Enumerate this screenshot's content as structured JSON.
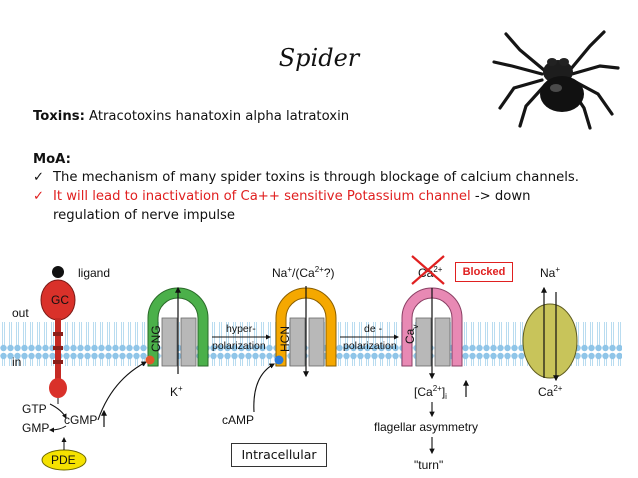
{
  "slide": {
    "title": "Spider",
    "toxins_label": "Toxins:",
    "toxins_text": " Atracotoxins hanatoxin alpha latratoxin",
    "moa_label": "MoA:",
    "bullet1": "The mechanism of many spider toxins is through blockage of calcium channels.",
    "bullet2_red": "It will lead to inactivation of Ca++ sensitive Potassium channel",
    "bullet2_rest": " -> down",
    "bullet2_line2": "regulation of nerve impulse"
  },
  "diagram": {
    "ligand": "ligand",
    "gc": "GC",
    "out": "out",
    "in": "in",
    "gtp": "GTP",
    "gmp": "GMP",
    "cgmp": "cGMP",
    "pde": "PDE",
    "cng": "CNG",
    "k": "K",
    "k_sup": "+",
    "hyper1": "hyper-",
    "hyper2": "polarization",
    "na_ca": "Na",
    "na_ca_sup1": "+",
    "na_ca_mid": "/(Ca",
    "na_ca_sup2": "2+",
    "na_ca_end": "?)",
    "hcn": "HCN",
    "camp": "cAMP",
    "de1": "de -",
    "de2": "polarization",
    "cav": "Ca",
    "cav_sub": "v",
    "ca_top": "Ca",
    "ca_top_sup": "2+",
    "blocked": "Blocked",
    "ca_i_open": "[Ca",
    "ca_i_sup": "2+",
    "ca_i_close": "]",
    "ca_i_sub": "i",
    "flagellar": "flagellar asymmetry",
    "turn": "\"turn\"",
    "na_right": "Na",
    "na_right_sup": "+",
    "ca_right": "Ca",
    "ca_right_sup": "2+",
    "intracellular": "Intracellular"
  },
  "colors": {
    "membrane": "#8fc5e8",
    "cng": "#4bb04a",
    "hcn": "#f5a800",
    "cav": "#e889b4",
    "na_channel": "#c8c45a",
    "gc": "#d9312a",
    "pde": "#f5e200",
    "accent_red": "#e02020"
  }
}
